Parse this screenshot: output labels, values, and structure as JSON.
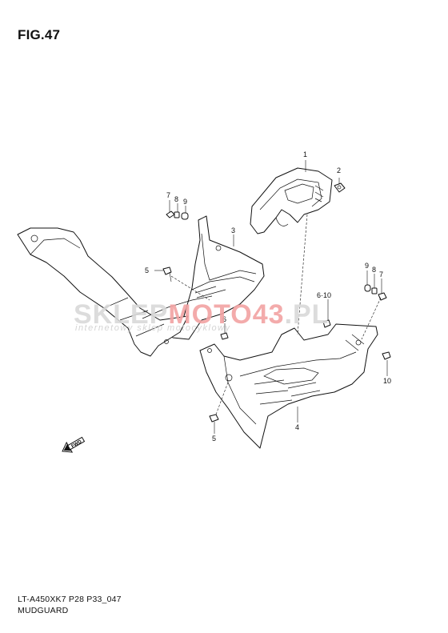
{
  "figure": {
    "title": "FIG.47",
    "code": "LT-A450XK7 P28 P33_047",
    "name": "MUDGUARD"
  },
  "callouts": {
    "c1": "1",
    "c2": "2",
    "c3": "3",
    "c4": "4",
    "c5a": "5",
    "c5b": "5",
    "c6": "6",
    "c610": "6·10",
    "c7a": "7",
    "c8a": "8",
    "c9a": "9",
    "c7b": "7",
    "c8b": "8",
    "c9b": "9",
    "c10": "10"
  },
  "direction_marker": {
    "label": "FWD"
  },
  "watermark": {
    "brand_part1": "SKLEP",
    "brand_part2": "MOTO",
    "brand_part3": "43",
    "brand_part4": ".PL",
    "tagline": "internetowy sklep motocyklowy",
    "colors": {
      "gray": "#d9d9d9",
      "red": "#f2a3a3"
    }
  }
}
